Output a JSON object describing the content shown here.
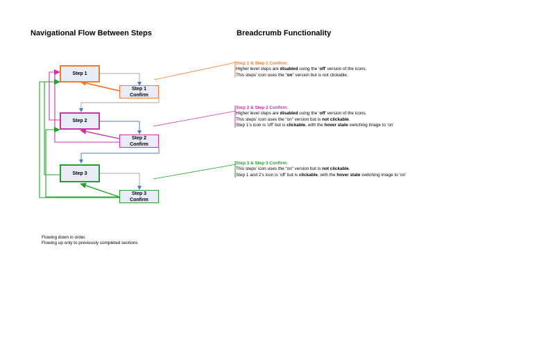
{
  "headings": {
    "left": "Navigational Flow Between Steps",
    "right": "Breadcrumb Functionality"
  },
  "colors": {
    "step1": "#f07b2e",
    "step2": "#cc33aa",
    "step3": "#22a02a",
    "down_arrow": "#4f7cc0",
    "gray_line": "#a8a8a8",
    "box_fill": "#e8ecf6"
  },
  "boxes": {
    "step1": "Step 1",
    "step1_confirm": [
      "Step 1",
      "Confirm"
    ],
    "step2": "Step 2",
    "step2_confirm": [
      "Step 2",
      "Confirm"
    ],
    "step3": "Step 3",
    "step3_confirm": [
      "Step 3",
      "Confirm"
    ]
  },
  "notes": {
    "step1": {
      "title": "Step 1 & Step 1 Confirm:",
      "lines": [
        [
          {
            "t": "Higher level steps are "
          },
          {
            "t": "disabled",
            "b": true
          },
          {
            "t": " using the ‘"
          },
          {
            "t": "off",
            "b": true
          },
          {
            "t": "’ version of the icons."
          }
        ],
        [
          {
            "t": "This steps’ icon uses the “"
          },
          {
            "t": "on",
            "b": true
          },
          {
            "t": "” version but is not clickable."
          }
        ]
      ]
    },
    "step2": {
      "title": "Step 2 & Step 2 Confirm:",
      "lines": [
        [
          {
            "t": "Higher level steps are "
          },
          {
            "t": "disabled",
            "b": true
          },
          {
            "t": " using the ‘"
          },
          {
            "t": "off",
            "b": true
          },
          {
            "t": "’ version of the icons."
          }
        ],
        [
          {
            "t": "This steps’ icon uses the “on” version but is "
          },
          {
            "t": "not clickable",
            "b": true
          },
          {
            "t": "."
          }
        ],
        [
          {
            "t": "Step 1’s icon is ‘off’ but is "
          },
          {
            "t": "clickable",
            "b": true
          },
          {
            "t": ", with the "
          },
          {
            "t": "hover state",
            "b": true
          },
          {
            "t": " switching image to ‘on’"
          }
        ]
      ]
    },
    "step3": {
      "title": "Step 3 & Step 3 Confirm:",
      "lines": [
        [
          {
            "t": "This steps’ icon uses the “on” version but is "
          },
          {
            "t": "not clickable",
            "b": true
          },
          {
            "t": "."
          }
        ],
        [
          {
            "t": "Step 1 and 2’s icon is ‘off’ but is "
          },
          {
            "t": "clickable",
            "b": true
          },
          {
            "t": ", with the "
          },
          {
            "t": "hover state",
            "b": true
          },
          {
            "t": " switching image to ‘on’"
          }
        ]
      ]
    }
  },
  "legend": {
    "line1": "Flowing down in order.",
    "line2": "Flowing up only to previously completed sections"
  }
}
